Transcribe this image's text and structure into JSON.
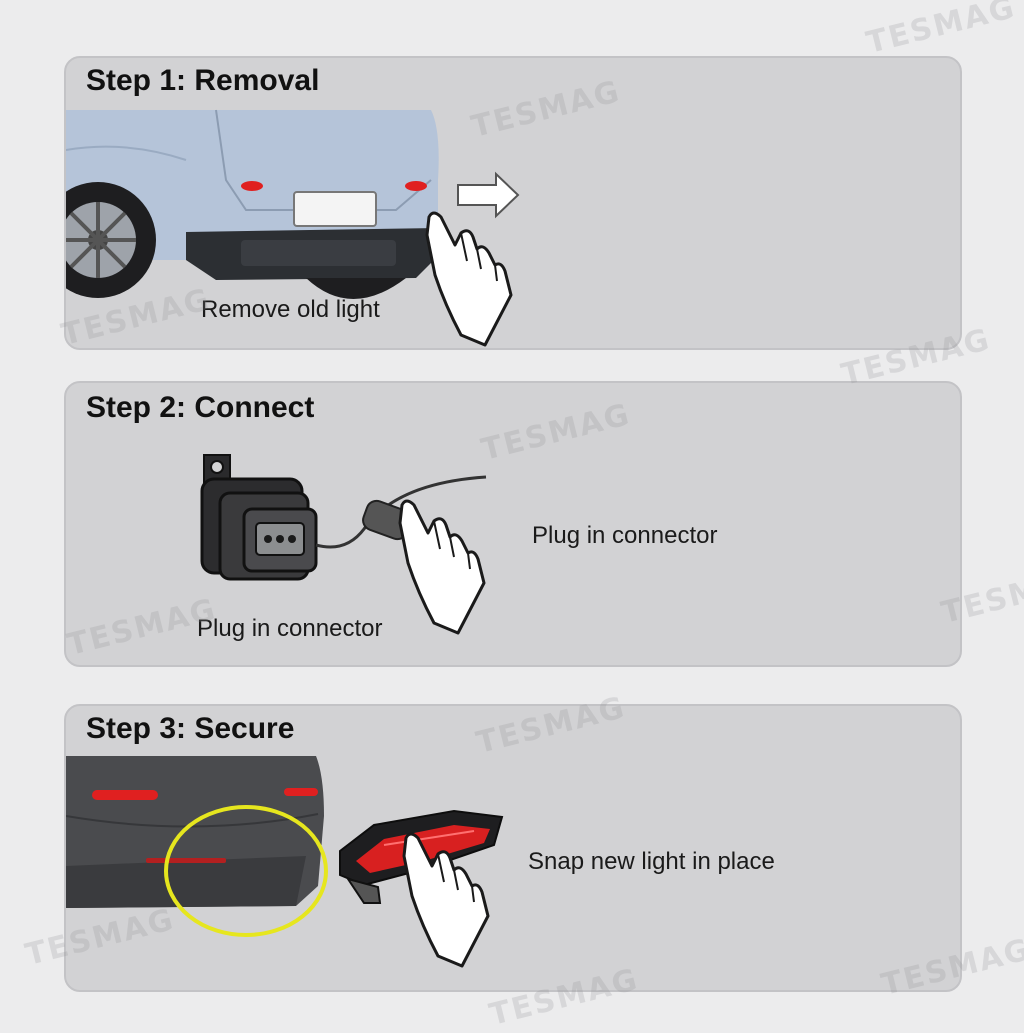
{
  "steps": [
    {
      "title": "Step 1: Removal",
      "caption": "Remove old light"
    },
    {
      "title": "Step 2: Connect",
      "caption_left": "Plug in connector",
      "caption_right": "Plug in connector"
    },
    {
      "title": "Step 3: Secure",
      "caption": "Snap new light in place"
    }
  ],
  "watermark": "TESMAG",
  "colors": {
    "background": "#ececed",
    "panel": "#d2d2d4",
    "car_body_step1": "#b5c4d9",
    "tail_light": "#e02020",
    "highlight_ring": "#e6e61e"
  }
}
